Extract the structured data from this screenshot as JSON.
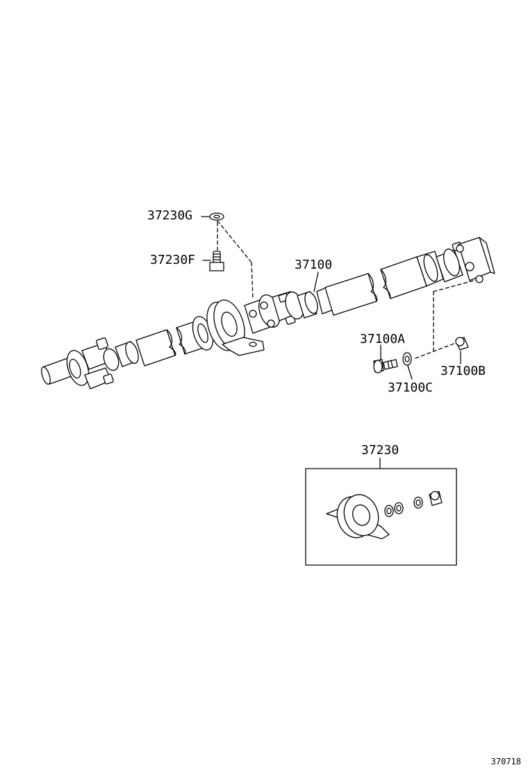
{
  "diagram": {
    "figure_number": "370718",
    "parts": {
      "center_bearing_washer": "37230G",
      "center_bearing_bolt": "37230F",
      "propeller_shaft": "37100",
      "flange_bolt": "37100A",
      "flange_nut": "37100B",
      "flange_washer": "37100C",
      "center_bearing_kit": "37230"
    }
  }
}
